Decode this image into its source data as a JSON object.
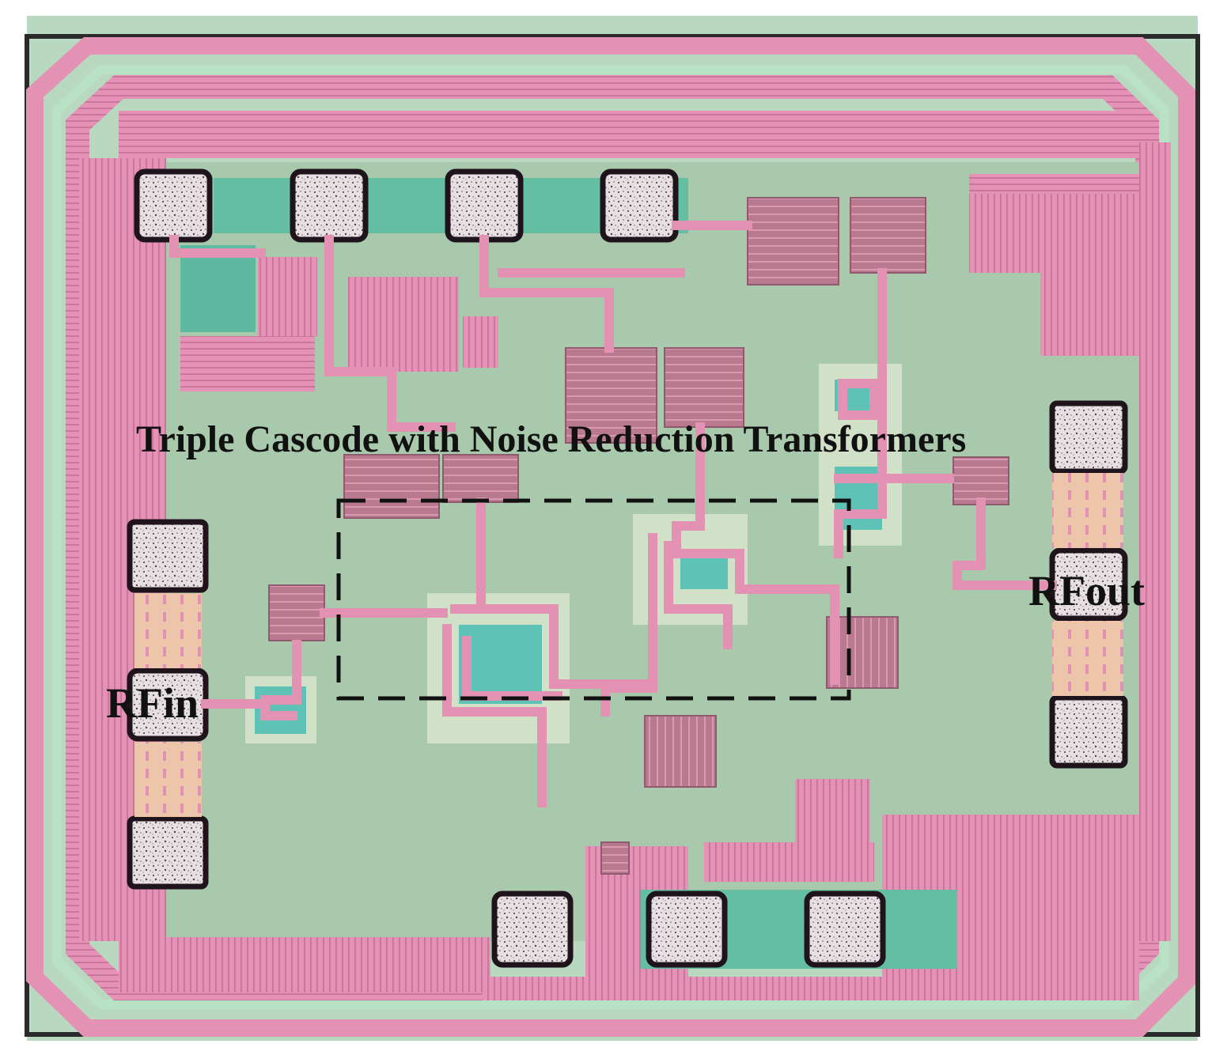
{
  "caption": "Triple Cascode with Noise Reduction Transformers",
  "port_input": "RFin",
  "port_output": "RFout",
  "colors": {
    "substrate": "#a9cdb2",
    "metal": "#e392b4",
    "metal_dark": "#c9669a",
    "guard_ring": "#b6e0c0",
    "pad_frame": "#2a1a24",
    "pad_fill": "#d8cfd2",
    "teal": "#5fc2b6",
    "capacitor": "#b77a8e",
    "peach": "#eec8ae",
    "outline": "#111111"
  }
}
